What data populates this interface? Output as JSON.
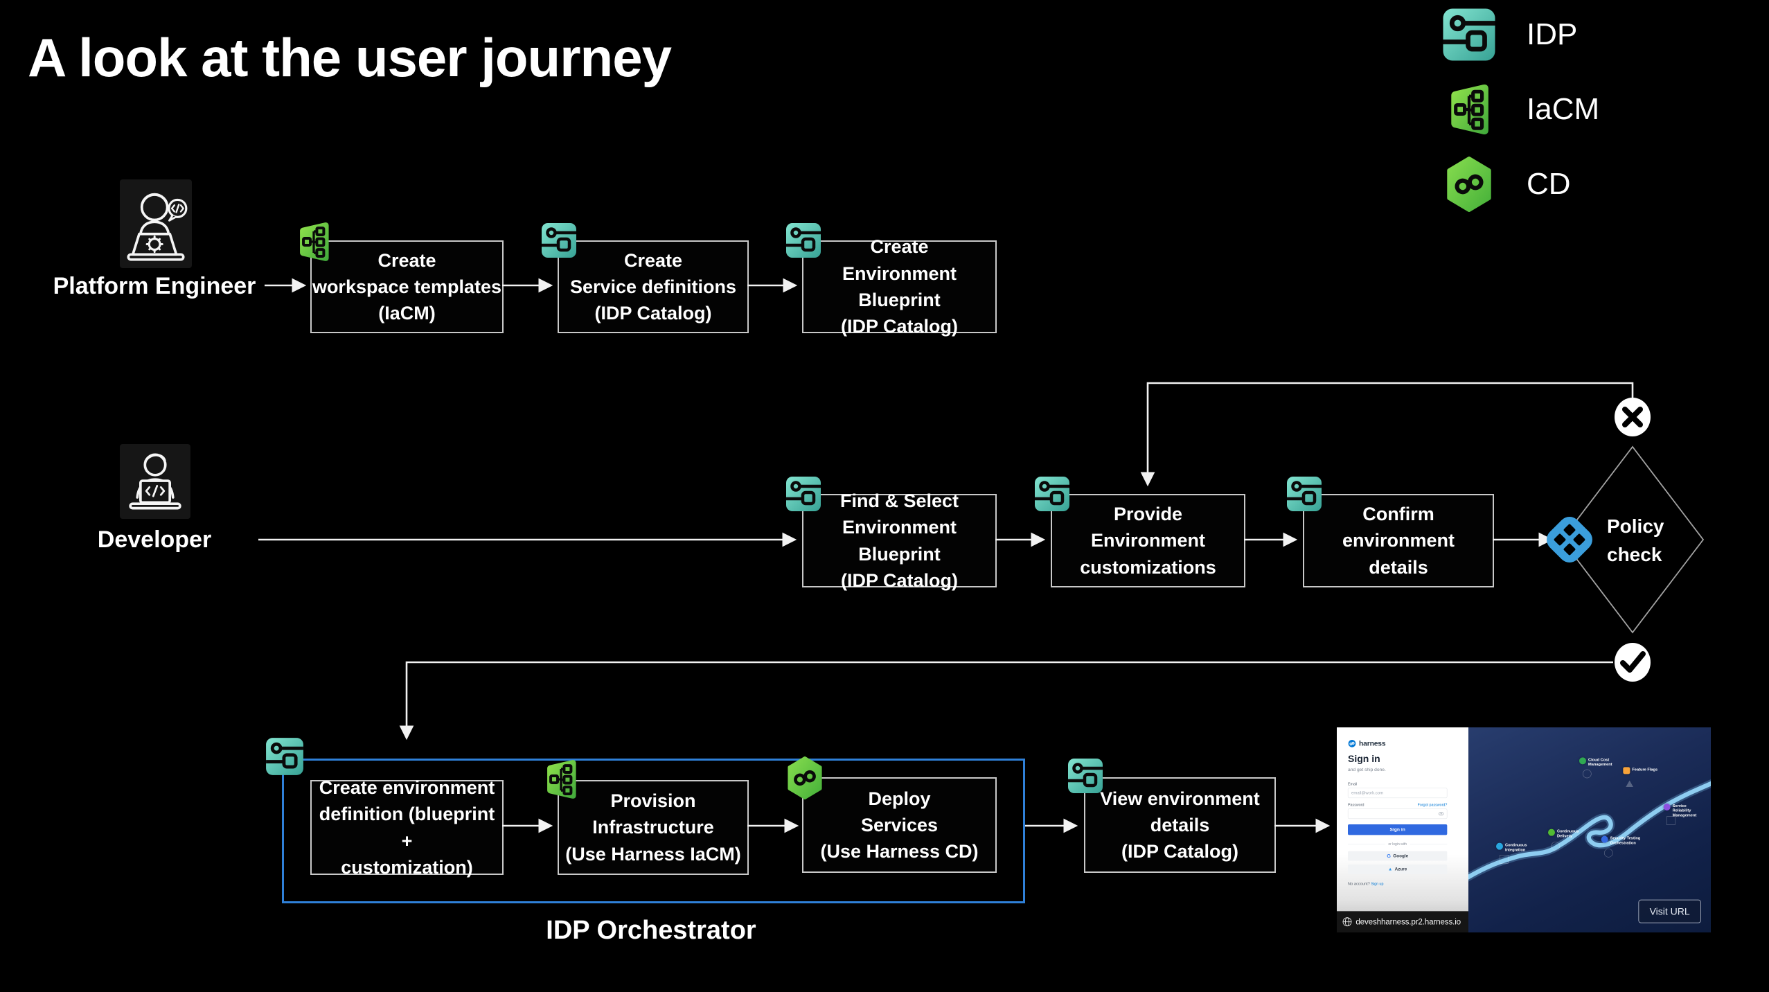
{
  "title": "A look at  the user journey",
  "legend": {
    "items": [
      {
        "label": "IDP",
        "icon": "idp-icon"
      },
      {
        "label": "IaCM",
        "icon": "iacm-icon"
      },
      {
        "label": "CD",
        "icon": "cd-icon"
      }
    ]
  },
  "actors": {
    "platform_engineer": "Platform Engineer",
    "developer": "Developer"
  },
  "rows": {
    "platform_engineer": {
      "boxes": [
        {
          "label": "Create\nworkspace templates\n(IaCM)",
          "badge": "iacm"
        },
        {
          "label": "Create\nService definitions\n(IDP Catalog)",
          "badge": "idp"
        },
        {
          "label": "Create\nEnvironment Blueprint\n(IDP Catalog)",
          "badge": "idp"
        }
      ]
    },
    "developer": {
      "boxes": [
        {
          "label": "Find & Select\nEnvironment Blueprint\n(IDP Catalog)",
          "badge": "idp"
        },
        {
          "label": "Provide\nEnvironment\ncustomizations",
          "badge": "idp"
        },
        {
          "label": "Confirm environment\ndetails",
          "badge": "idp"
        }
      ],
      "decision": {
        "label": "Policy\ncheck",
        "fail_icon": "x-circle",
        "pass_icon": "check-circle"
      }
    },
    "orchestrator": {
      "container_label": "IDP Orchestrator",
      "boxes": [
        {
          "label": "Create environment\ndefinition (blueprint +\ncustomization)",
          "badge": ""
        },
        {
          "label": "Provision\nInfrastructure\n(Use Harness IaCM)",
          "badge": "iacm"
        },
        {
          "label": "Deploy\nServices\n(Use Harness CD)",
          "badge": "cd"
        }
      ],
      "after_boxes": [
        {
          "label": "View environment\ndetails\n(IDP Catalog)",
          "badge": "idp"
        }
      ]
    }
  },
  "screenshot": {
    "signin": {
      "brand": "harness",
      "heading": "Sign in",
      "tagline": "and get ship done.",
      "email_label": "Email",
      "email_placeholder": "email@work.com",
      "password_label": "Password",
      "forgot_link": "Forgot password?",
      "signin_button": "Sign in",
      "divider": "or login with",
      "google_button": "Google",
      "azure_button": "Azure",
      "no_account": "No account?",
      "signup_link": "Sign up"
    },
    "url_bar": "deveshharness.pr2.harness.io",
    "visit_url_button": "Visit URL",
    "modules": [
      {
        "name": "Continuous Integration",
        "color": "#29a7df"
      },
      {
        "name": "Continuous Delivery",
        "color": "#52bb33"
      },
      {
        "name": "Cloud Cost Management",
        "color": "#30a952"
      },
      {
        "name": "Feature Flags",
        "color": "#f6a33a"
      },
      {
        "name": "Security Testing Orchestration",
        "color": "#3468e0"
      },
      {
        "name": "Service Reliability Management",
        "color": "#8c4fe0"
      }
    ]
  },
  "colors": {
    "background": "#000000",
    "box_border": "#c9c9c9",
    "container_border": "#2f80d8",
    "idp_teal": "#4fc4b0",
    "iacm_green": "#6fd33f",
    "cd_green": "#63cc3f",
    "policy_blue": "#3b9edc",
    "signin_blue": "#3069e0",
    "link_blue": "#0278d5"
  }
}
